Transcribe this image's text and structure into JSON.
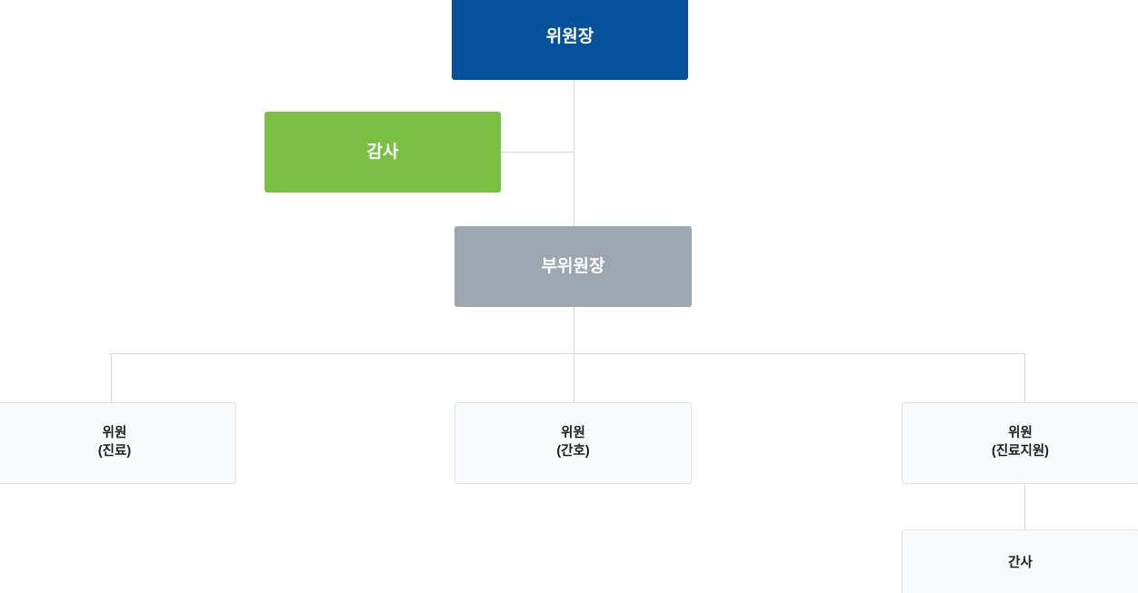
{
  "chart_data": {
    "type": "diagram",
    "diagram_kind": "organization-chart",
    "title": "",
    "nodes": [
      {
        "id": "chair",
        "label": "위원장",
        "level": 0,
        "style": "chair",
        "color": "#05519b",
        "text_color": "#ffffff"
      },
      {
        "id": "audit",
        "label": "감사",
        "level": 1,
        "style": "audit",
        "color": "#7ac143",
        "text_color": "#ffffff"
      },
      {
        "id": "vice",
        "label": "부위원장",
        "level": 1,
        "style": "vice",
        "color": "#9ca7b2",
        "text_color": "#ffffff"
      },
      {
        "id": "member1",
        "label": "위원\n(진료)",
        "level": 2,
        "style": "member",
        "color": "#f8fafc",
        "text_color": "#1d1d1f"
      },
      {
        "id": "member2",
        "label": "위원\n(간호)",
        "level": 2,
        "style": "member",
        "color": "#f8fafc",
        "text_color": "#1d1d1f"
      },
      {
        "id": "member3",
        "label": "위원\n(진료지원)",
        "level": 2,
        "style": "member",
        "color": "#f8fafc",
        "text_color": "#1d1d1f"
      },
      {
        "id": "secretary",
        "label": "간사",
        "level": 3,
        "style": "secretary",
        "color": "#f8fafc",
        "text_color": "#1d1d1f"
      }
    ],
    "edges": [
      {
        "from": "chair",
        "to": "vice"
      },
      {
        "from": "chair",
        "to": "audit",
        "style": "side-branch"
      },
      {
        "from": "vice",
        "to": "member1"
      },
      {
        "from": "vice",
        "to": "member2"
      },
      {
        "from": "vice",
        "to": "member3"
      },
      {
        "from": "member3",
        "to": "secretary"
      }
    ],
    "line_color": "#d5d9dd",
    "background": "#ffffff"
  },
  "nodes": {
    "chair": {
      "label": "위원장"
    },
    "audit": {
      "label": "감사"
    },
    "vice": {
      "label": "부위원장"
    },
    "member1": {
      "label": "위원\n(진료)"
    },
    "member2": {
      "label": "위원\n(간호)"
    },
    "member3": {
      "label": "위원\n(진료지원)"
    },
    "secretary": {
      "label": "간사"
    }
  }
}
